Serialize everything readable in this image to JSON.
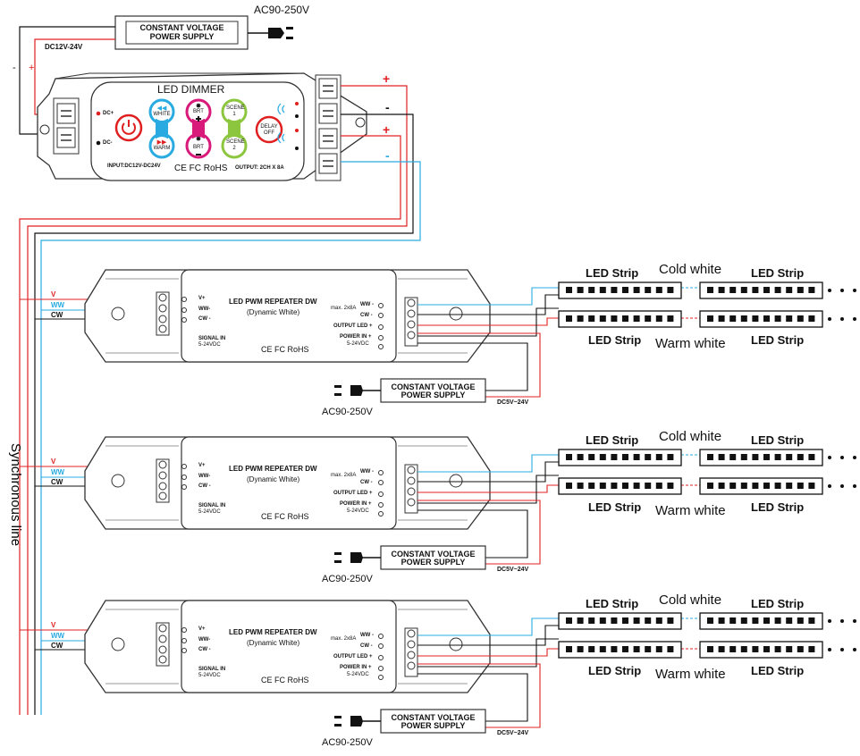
{
  "top": {
    "ac_label": "AC90-250V",
    "psu_line1": "CONSTANT VOLTAGE",
    "psu_line2": "POWER SUPPLY",
    "dc_label": "DC12V-24V",
    "minus_sign": "-",
    "plus_sign": "+"
  },
  "dimmer": {
    "title": "LED DIMMER",
    "dc_plus": "DC+",
    "dc_minus": "DC-",
    "btn_white": "WHITE",
    "btn_warm": "WARM",
    "btn_brt_up": "BRT",
    "btn_brt_down": "BRT",
    "btn_scene1": "SCENE 1",
    "btn_scene2": "SCENE 2",
    "btn_delay": "DELAY OFF",
    "input_label": "INPUT:DC12V-DC24V",
    "output_label": "OUTPUT: 2CH X 8A",
    "certs": "CE FC RoHS",
    "term_plus1": "+",
    "term_minus1": "-",
    "term_plus2": "+",
    "term_minus2": "-"
  },
  "sync_line": "Synchronous line",
  "repeater": {
    "title": "LED PWM REPEATER DW",
    "subtitle": "(Dynamic White)",
    "in_v": "V+",
    "in_ww": "WW-",
    "in_cw": "CW -",
    "signal_in": "SIGNAL IN",
    "signal_range": "5-24VDC",
    "certs": "CE FC RoHS",
    "max": "max. 2x8A",
    "out_ww": "WW -",
    "out_cw": "CW -",
    "output_led": "OUTPUT LED +",
    "power_in": "POWER IN +",
    "power_range": "5-24VDC",
    "bus_v": "V",
    "bus_ww": "WW",
    "bus_cw": "CW"
  },
  "rows": [
    {
      "strip_a": "LED Strip",
      "cold": "Cold white",
      "strip_b": "LED Strip",
      "strip_c": "LED Strip",
      "warm": "Warm white",
      "strip_d": "LED Strip",
      "ac": "AC90-250V",
      "psu1": "CONSTANT VOLTAGE",
      "psu2": "POWER SUPPLY",
      "dc": "DC5V~24V"
    },
    {
      "strip_a": "LED Strip",
      "cold": "Cold white",
      "strip_b": "LED Strip",
      "strip_c": "LED Strip",
      "warm": "Warm white",
      "strip_d": "LED Strip",
      "ac": "AC90-250V",
      "psu1": "CONSTANT VOLTAGE",
      "psu2": "POWER SUPPLY",
      "dc": "DC5V~24V"
    },
    {
      "strip_a": "LED Strip",
      "cold": "Cold white",
      "strip_b": "LED Strip",
      "strip_c": "LED Strip",
      "warm": "Warm white",
      "strip_d": "LED Strip",
      "ac": "AC90-250V",
      "psu1": "CONSTANT VOLTAGE",
      "psu2": "POWER SUPPLY",
      "dc": "DC5V~24V"
    }
  ],
  "colors": {
    "red": "#e02020",
    "blue": "#3a9ad9",
    "black": "#111111",
    "magenta": "#d81b7a",
    "green": "#8cc63f",
    "cyan": "#29abe2"
  }
}
